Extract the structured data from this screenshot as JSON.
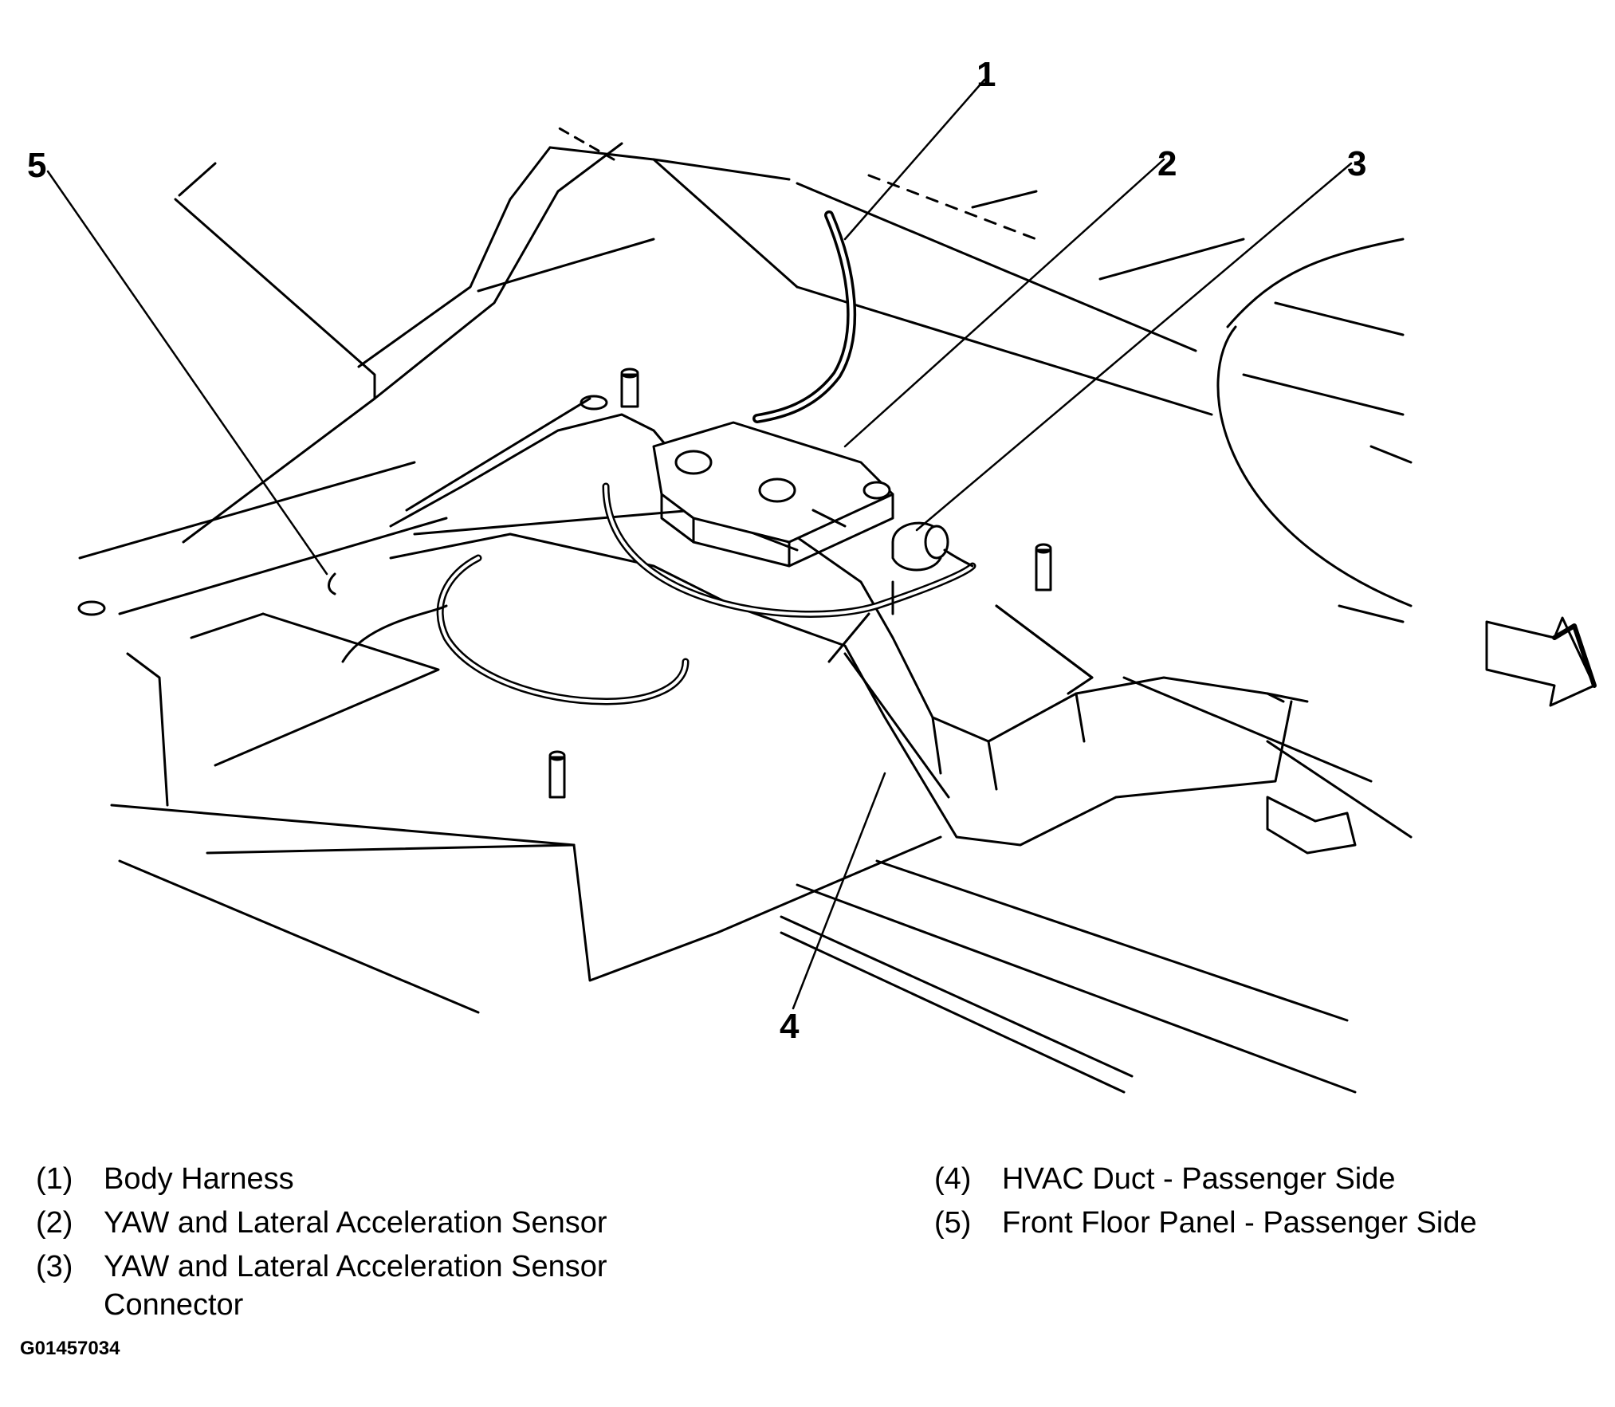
{
  "callouts": [
    "1",
    "2",
    "3",
    "4",
    "5"
  ],
  "legend": {
    "left": [
      {
        "num": "(1)",
        "text": "Body Harness"
      },
      {
        "num": "(2)",
        "text": "YAW and Lateral Acceleration Sensor"
      },
      {
        "num": "(3)",
        "text": "YAW and Lateral Acceleration Sensor Connector"
      }
    ],
    "right": [
      {
        "num": "(4)",
        "text": "HVAC Duct - Passenger Side"
      },
      {
        "num": "(5)",
        "text": "Front Floor Panel - Passenger Side"
      }
    ]
  },
  "figure_id": "G01457034",
  "colors": {
    "ink": "#000000",
    "background": "#ffffff"
  },
  "icons": [
    "forward-direction-arrow-icon"
  ]
}
